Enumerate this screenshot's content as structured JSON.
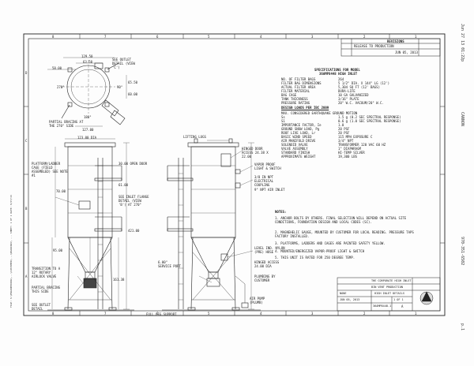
{
  "fax_header": {
    "date": "Jun 27 13 01:22p",
    "sender": "CANNON",
    "phone": "970-351-6502",
    "page": "p.1"
  },
  "left_margin_text": "FILE: S:\\ENGINEERING\\...\\CUSTOMER\\...\\DRAWINGS\\ ...   SHEET: 1 OF 1   DATE: 6/27/13",
  "top_view": {
    "dims": {
      "d1": "129.50",
      "d2": "63.50",
      "d3": "58.00",
      "d4": "65.50",
      "d5": "60.00",
      "d6": "127.00",
      "angle_left": "270°",
      "angle_right": "90°",
      "angle_bottom": "180°"
    },
    "labels": {
      "see_outlet": "SEE OUTLET DETAIL (VIEW 'C')",
      "partial_bracing": "PARTIAL BRACING AT THE 270° SIDE"
    }
  },
  "front_view": {
    "dims": {
      "d_top": "123.00 DIA",
      "d_right": "61.00",
      "d_open": "30.00 OPEN DOOR",
      "d_h1": "70.00",
      "d_h2": "95.00",
      "d_h3": "161.38",
      "d_h4": "421.00"
    },
    "labels": {
      "platform": "PLATFORM/LADDER CAGE (FIELD ASSEMBLED) SEE NOTE #1",
      "see_inlet": "SEE INLET FLANGE DETAIL (VIEW 'B') AT 270°",
      "transition": "TRANSITION TO A 12\" ROTARY AIRLOCK VALVE",
      "partial": "PARTIAL BRACING THIS SIDE",
      "see_outlet": "SEE OUTLET DETAIL",
      "full_leg": "FULL LEG SUPPORT"
    }
  },
  "side_view": {
    "labels": {
      "lifting": "LIFTING LUGS",
      "hinged": "HINGED DOOR ACCESS 24.38 X 22.00",
      "vapor": "VAPOR PROOF LIGHT & SWITCH",
      "npt": "3/8 IN NPT ELECTRICAL COUPLING",
      "air_inlet": "9\" NPT AIR INLET",
      "service": "6.00\" SERVICE PORT",
      "level": "LEVEL IND. NYLON (PRE) HOSE",
      "hinged_access": "HINGED ACCESS 24.00 DIA",
      "plumbing": "PLUMBING BY CUSTOMER",
      "air_pump": "AIR PUMP (PLUMB)"
    }
  },
  "specifications": {
    "title": "SPECIFICATIONS FOR MODEL",
    "model": "36AMP8448 HIGH INLET",
    "rows": [
      {
        "k": "NO. OF FILTER BAGS",
        "v": "264"
      },
      {
        "k": "FILTER BAG DIMENSIONS",
        "v": "5 1/2\" DIA. X 144\" LG (12')"
      },
      {
        "k": "ACTUAL FILTER AREA",
        "v": "5,304 SQ FT (12' BAGS)"
      },
      {
        "k": "FILTER MATERIAL",
        "v": "DURA-LIFE"
      },
      {
        "k": "BAG CAGE",
        "v": "10 GA GALVANIZED"
      },
      {
        "k": "TANK THICKNESS",
        "v": "3/16\" PLATE"
      },
      {
        "k": "PRESSURE RATING",
        "v": "20\" W.C. VACUUM/20\" W.C."
      }
    ],
    "design_title": "DESIGN LOADS PER IBC 2009",
    "design_rows": [
      {
        "k": "MAX. CONSIDERED EARTHQUAKE GROUND MOTION",
        "v": ""
      },
      {
        "k": "Ss",
        "v": "1.5 g  (0.2 SEC SPECTRAL RESPONSE)"
      },
      {
        "k": "S1",
        "v": "0.6 g  (1.0 SEC SPECTRAL RESPONSE)"
      },
      {
        "k": "IMPORTANCE FACTOR, Ie",
        "v": "1.0"
      },
      {
        "k": "GROUND SNOW LOAD, Pg",
        "v": "20 PSF"
      },
      {
        "k": "ROOF LIVE LOAD, Lr",
        "v": "20 PSF"
      },
      {
        "k": "BASIC WIND SPEED",
        "v": "115 MPH  EXPOSURE C"
      },
      {
        "k": "AIR MANIFOLD DRIVE",
        "v": "3/4\" NPT"
      },
      {
        "k": "SOLENOID VALVE",
        "v": "TRANSFORMER 120 VAC 60 HZ"
      },
      {
        "k": "VALVE ASSEMBLY",
        "v": "1\" DIAPHRAGM"
      },
      {
        "k": "STANDARD FINISH",
        "v": "HI-TEMP SILVER"
      },
      {
        "k": "APPROXIMATE WEIGHT",
        "v": "19,300 LBS"
      }
    ]
  },
  "notes": {
    "title": "NOTES:",
    "items": [
      "1.  ANCHOR BOLTS BY OTHERS. FINAL SELECTION WILL DEPEND ON ACTUAL SITE CONDITIONS, FOUNDATION DESIGN AND LOCAL CODES (SC).",
      "2.  MAGNEHELIC GAUGE, MOUNTED BY CUSTOMER FOR LOCAL READING. PRESSURE TAPS FACTORY INSTALLED.",
      "3.  PLATFORMS, LADDERS AND CAGES ARE PAINTED SAFETY YELLOW.",
      "4.  MOUNTED/ENERGIZED VAPOR-PROOF LIGHT & SWITCH",
      "5.  THIS UNIT IS RATED FOR 250 DEGREE TEMP."
    ]
  },
  "revision_block": {
    "header": "REVISIONS",
    "row": "RELEASE TO PRODUCTION",
    "date": "JUN 05, 2013"
  },
  "title_block": {
    "line1": "THE CORPORATE HIGH INLET",
    "line2": "BIN VENT PRODUCTION",
    "line3": "HIGH INLET DETAILS",
    "dwg_no": "36AMP8448-1",
    "date": "JUN 05, 2013",
    "scale": "NONE",
    "sheet": "1 OF 1",
    "rev": "A"
  },
  "border": {
    "cols": [
      "8",
      "7",
      "6",
      "5",
      "4",
      "3",
      "2",
      "1"
    ],
    "rows": [
      "D",
      "C",
      "B",
      "A"
    ]
  }
}
